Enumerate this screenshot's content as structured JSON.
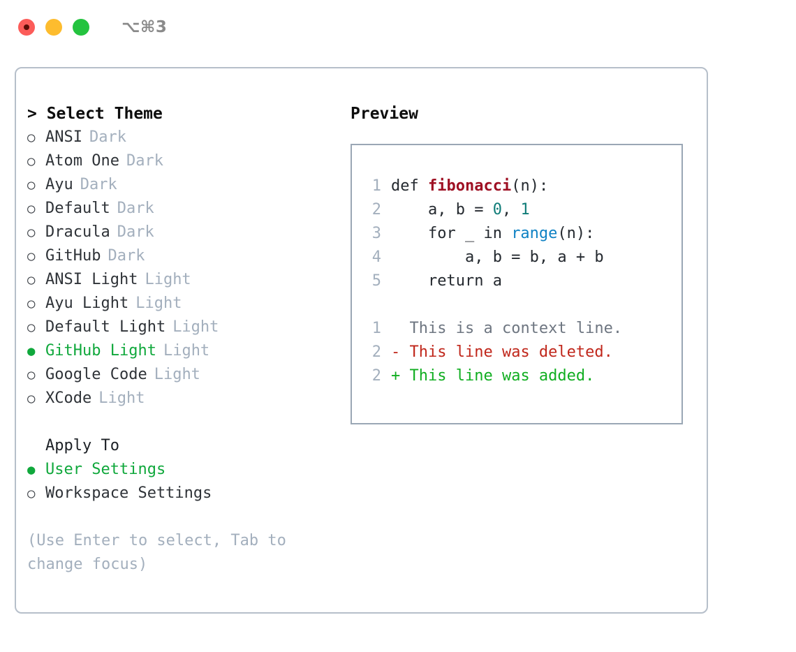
{
  "titlebar": {
    "shortcut": "⌥⌘3",
    "close_label": "close",
    "minimize_label": "minimize",
    "maximize_label": "maximize"
  },
  "theme_panel": {
    "header": "> Select Theme",
    "items": [
      {
        "bullet": "○",
        "label": "ANSI",
        "tag": "Dark",
        "selected": false
      },
      {
        "bullet": "○",
        "label": "Atom One",
        "tag": "Dark",
        "selected": false
      },
      {
        "bullet": "○",
        "label": "Ayu",
        "tag": "Dark",
        "selected": false
      },
      {
        "bullet": "○",
        "label": "Default",
        "tag": "Dark",
        "selected": false
      },
      {
        "bullet": "○",
        "label": "Dracula",
        "tag": "Dark",
        "selected": false
      },
      {
        "bullet": "○",
        "label": "GitHub",
        "tag": "Dark",
        "selected": false
      },
      {
        "bullet": "○",
        "label": "ANSI Light",
        "tag": "Light",
        "selected": false
      },
      {
        "bullet": "○",
        "label": "Ayu Light",
        "tag": "Light",
        "selected": false
      },
      {
        "bullet": "○",
        "label": "Default Light",
        "tag": "Light",
        "selected": false
      },
      {
        "bullet": "●",
        "label": "GitHub Light",
        "tag": "Light",
        "selected": true
      },
      {
        "bullet": "○",
        "label": "Google Code",
        "tag": "Light",
        "selected": false
      },
      {
        "bullet": "○",
        "label": "XCode",
        "tag": "Light",
        "selected": false
      }
    ]
  },
  "apply_to": {
    "title": "Apply To",
    "items": [
      {
        "bullet": "●",
        "label": "User Settings",
        "selected": true
      },
      {
        "bullet": "○",
        "label": "Workspace Settings",
        "selected": false
      }
    ]
  },
  "hint": "(Use Enter to select, Tab to change focus)",
  "preview": {
    "title": "Preview",
    "code_lines": [
      {
        "num": "1",
        "tokens": [
          {
            "text": "def ",
            "kind": "plain"
          },
          {
            "text": "fibonacci",
            "kind": "fn"
          },
          {
            "text": "(n):",
            "kind": "plain"
          }
        ]
      },
      {
        "num": "2",
        "tokens": [
          {
            "text": "    a, b = ",
            "kind": "plain"
          },
          {
            "text": "0",
            "kind": "num"
          },
          {
            "text": ", ",
            "kind": "plain"
          },
          {
            "text": "1",
            "kind": "num"
          }
        ]
      },
      {
        "num": "3",
        "tokens": [
          {
            "text": "    for _ in ",
            "kind": "plain"
          },
          {
            "text": "range",
            "kind": "call"
          },
          {
            "text": "(n):",
            "kind": "plain"
          }
        ]
      },
      {
        "num": "4",
        "tokens": [
          {
            "text": "        a, b = b, a + b",
            "kind": "plain"
          }
        ]
      },
      {
        "num": "5",
        "tokens": [
          {
            "text": "    return a",
            "kind": "plain"
          }
        ]
      }
    ],
    "diff_lines": [
      {
        "num": "1",
        "marker": "  ",
        "text": "This is a context line.",
        "kind": "ctx"
      },
      {
        "num": "2",
        "marker": "- ",
        "text": "This line was deleted.",
        "kind": "del"
      },
      {
        "num": "2",
        "marker": "+ ",
        "text": "This line was added.",
        "kind": "add"
      }
    ]
  },
  "colors": {
    "accent_green": "#10a83c",
    "diff_add": "#11ae21",
    "diff_del": "#c0271b",
    "diff_ctx": "#6e7681",
    "muted": "#a3afbd",
    "border": "#b6bfca",
    "preview_border": "#9aa7b5",
    "fn_red": "#9e1023",
    "num_teal": "#0f7c78",
    "call_blue": "#0f82c4"
  }
}
